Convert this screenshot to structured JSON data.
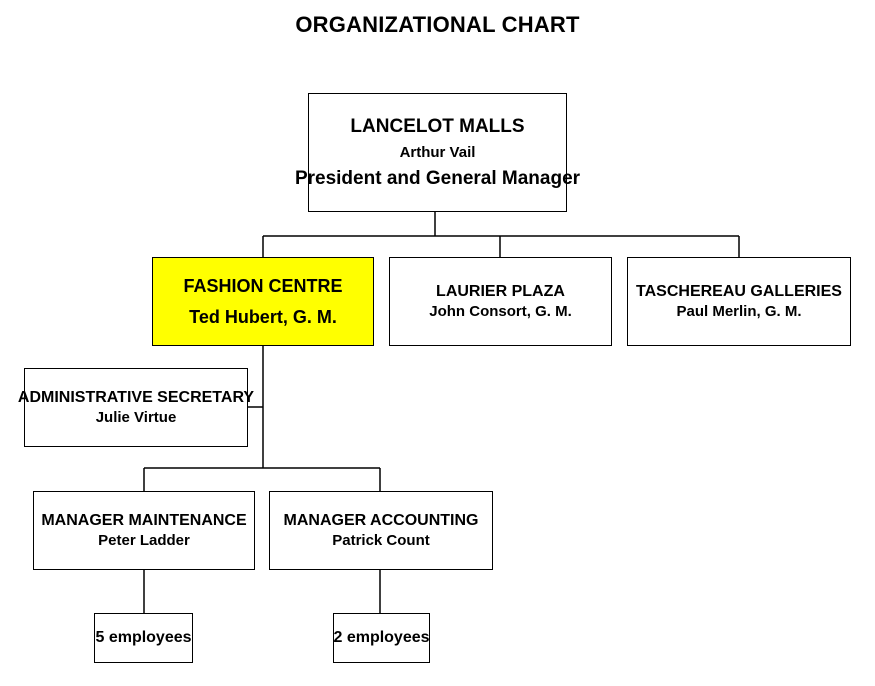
{
  "title": "ORGANIZATIONAL CHART",
  "colors": {
    "highlight": "#ffff00",
    "border": "#000000",
    "background": "#ffffff"
  },
  "nodes": {
    "lancelot": {
      "name": "LANCELOT MALLS",
      "person": "Arthur Vail",
      "role": "President and General Manager"
    },
    "fashion": {
      "name": "FASHION CENTRE",
      "person": "Ted Hubert, G. M."
    },
    "laurier": {
      "name": "LAURIER PLAZA",
      "person": "John Consort, G. M."
    },
    "taschereau": {
      "name": "TASCHEREAU GALLERIES",
      "person": "Paul Merlin, G. M."
    },
    "admin": {
      "name": "ADMINISTRATIVE SECRETARY",
      "person": "Julie Virtue"
    },
    "maintenance": {
      "name": "MANAGER MAINTENANCE",
      "person": "Peter Ladder"
    },
    "accounting": {
      "name": "MANAGER ACCOUNTING",
      "person": "Patrick Count"
    },
    "maint_staff": {
      "label": "5 employees"
    },
    "acct_staff": {
      "label": "2 employees"
    }
  }
}
